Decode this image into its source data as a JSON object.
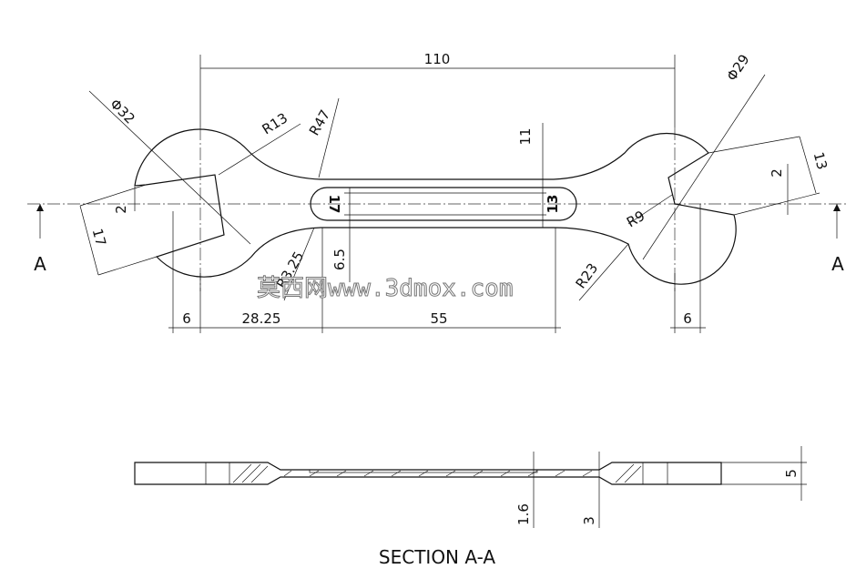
{
  "drawing": {
    "dim_overall_length": "110",
    "dim_big_head_dia": "Φ32",
    "dim_small_head_dia": "Φ29",
    "dim_big_r13": "R13",
    "dim_r47": "R47",
    "dim_r9": "R9",
    "dim_r23": "R23",
    "dim_r3_25": "R3.25",
    "dim_shank_width": "11",
    "dim_slot_width": "6.5",
    "dim_big_jaw_offset": "2",
    "dim_small_jaw_offset": "2",
    "dim_big_jaw_opening": "17",
    "dim_small_jaw_opening": "13",
    "dim_left_6": "6",
    "dim_28_25": "28.25",
    "dim_55": "55",
    "dim_right_6": "6",
    "size_label_big": "17",
    "size_label_small": "13",
    "section_mark_left": "A",
    "section_mark_right": "A",
    "dim_thickness": "5",
    "dim_groove_depth": "1.6",
    "dim_shank_thickness": "3",
    "section_title": "SECTION A-A",
    "watermark": "莫西网www.3dmox.com"
  }
}
